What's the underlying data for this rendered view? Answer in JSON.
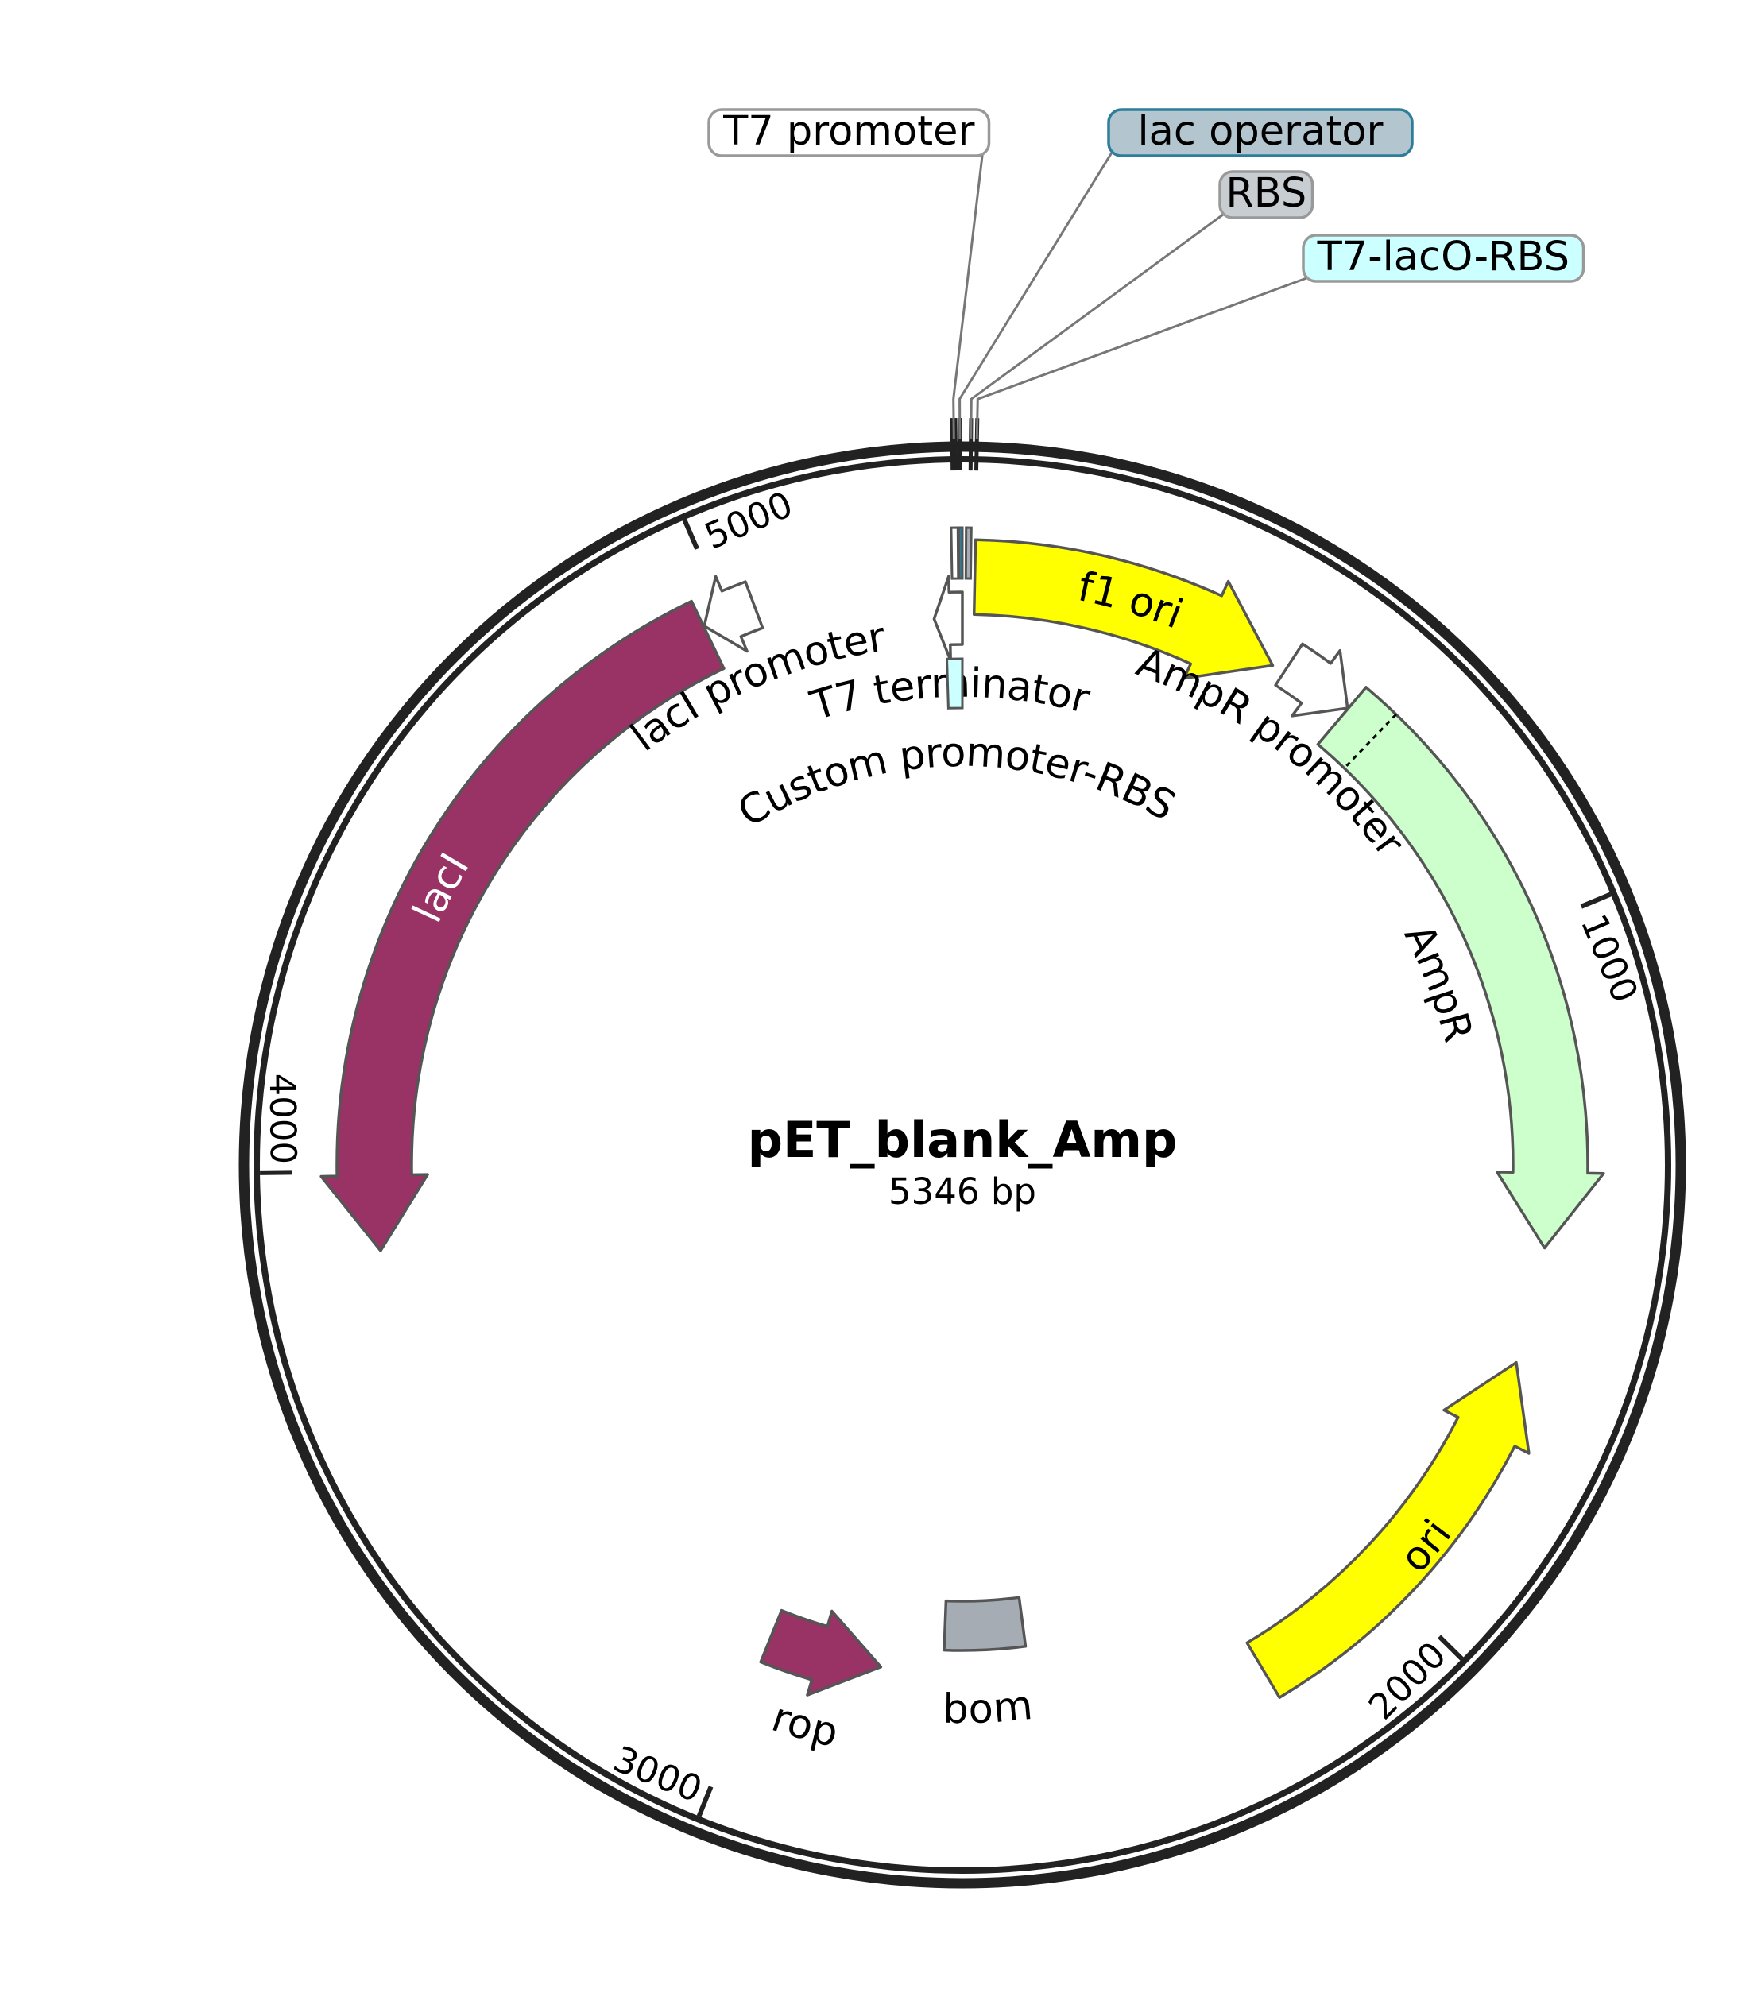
{
  "plasmid": {
    "name": "pET_blank_Amp",
    "length_label": "5346 bp",
    "length_bp": 5346
  },
  "ticks": [
    {
      "bp": 1000,
      "label": "1000"
    },
    {
      "bp": 2000,
      "label": "2000"
    },
    {
      "bp": 3000,
      "label": "3000"
    },
    {
      "bp": 4000,
      "label": "4000"
    },
    {
      "bp": 5000,
      "label": "5000"
    }
  ],
  "features": [
    {
      "id": "f1-ori",
      "label": "f1 ori",
      "start": 18,
      "end": 473,
      "strand": 1,
      "color": "#ffff00",
      "text_color": "#000000",
      "label_inside": true
    },
    {
      "id": "ampr-promoter",
      "label": "AmpR promoter",
      "start": 492,
      "end": 596,
      "strand": 1,
      "color": "#ffffff",
      "text_color": "#000000",
      "label_inside": false
    },
    {
      "id": "ampr",
      "label": "AmpR",
      "start": 597,
      "end": 1457,
      "strand": 1,
      "color": "#ccffcc",
      "text_color": "#000000",
      "label_inside": false
    },
    {
      "id": "ori",
      "label": "ori",
      "start": 1628,
      "end": 2216,
      "strand": -1,
      "color": "#ffff00",
      "text_color": "#000000",
      "label_inside": true
    },
    {
      "id": "bom",
      "label": "bom",
      "start": 2562,
      "end": 2705,
      "strand": 0,
      "color": "#a6acb3",
      "text_color": "#000000",
      "label_inside": false
    },
    {
      "id": "rop",
      "label": "rop",
      "start": 2810,
      "end": 3001,
      "strand": -1,
      "color": "#993366",
      "text_color": "#000000",
      "label_inside": false
    },
    {
      "id": "laci",
      "label": "lacI",
      "start": 3885,
      "end": 4965,
      "strand": -1,
      "color": "#993366",
      "text_color": "#ffffff",
      "label_inside": true
    },
    {
      "id": "laci-promoter",
      "label": "lacI promoter",
      "start": 4966,
      "end": 5043,
      "strand": -1,
      "color": "#ffffff",
      "text_color": "#000000",
      "label_inside": false
    },
    {
      "id": "t7-terminator",
      "label": "T7 terminator",
      "start": 5302,
      "end": 5346,
      "strand": -1,
      "color": "#ffffff",
      "text_color": "#000000",
      "label_inside": false
    }
  ],
  "small_features": [
    {
      "id": "t7-promoter-box",
      "start": 5331,
      "end": 5340,
      "color": "#ffffff"
    },
    {
      "id": "lac-operator-box",
      "start": 5341,
      "end": 5346,
      "color": "#2e7d9a"
    },
    {
      "id": "rbs-box",
      "start": 5,
      "end": 12,
      "color": "#a6acb3"
    }
  ],
  "inner_feature": {
    "id": "custom-promoter-rbs",
    "label": "Custom promoter-RBS",
    "start": 5320,
    "end": 5346,
    "color": "#ccffff"
  },
  "callouts": [
    {
      "id": "t7-promoter",
      "label": "T7 promoter",
      "bp": 5336,
      "fill": "#ffffff",
      "stroke": "#999999"
    },
    {
      "id": "lac-operator",
      "label": "lac operator",
      "bp": 5343,
      "fill": "#b3c6cf",
      "stroke": "#2e7d9a"
    },
    {
      "id": "rbs",
      "label": "RBS",
      "bp": 10,
      "fill": "#c7cdd1",
      "stroke": "#999999"
    },
    {
      "id": "t7-laco-rbs",
      "label": "T7-lacO-RBS",
      "bp": 17,
      "fill": "#ccffff",
      "stroke": "#999999"
    }
  ]
}
